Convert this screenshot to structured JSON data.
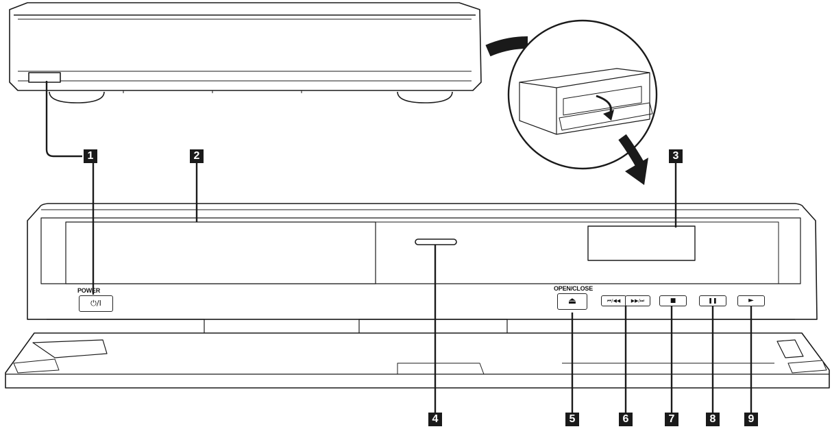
{
  "labels": {
    "power": "POWER",
    "open_close": "OPEN/CLOSE"
  },
  "buttons": {
    "power_symbol": "⏻/I",
    "eject_symbol": "⏏",
    "skip_back_symbol": "⏮/◀◀",
    "skip_fwd_symbol": "▶▶/⏭",
    "stop_symbol": "■",
    "pause_symbol": "❚❚",
    "play_symbol": "►"
  },
  "callouts": [
    "1",
    "2",
    "3",
    "4",
    "5",
    "6",
    "7",
    "8",
    "9"
  ]
}
